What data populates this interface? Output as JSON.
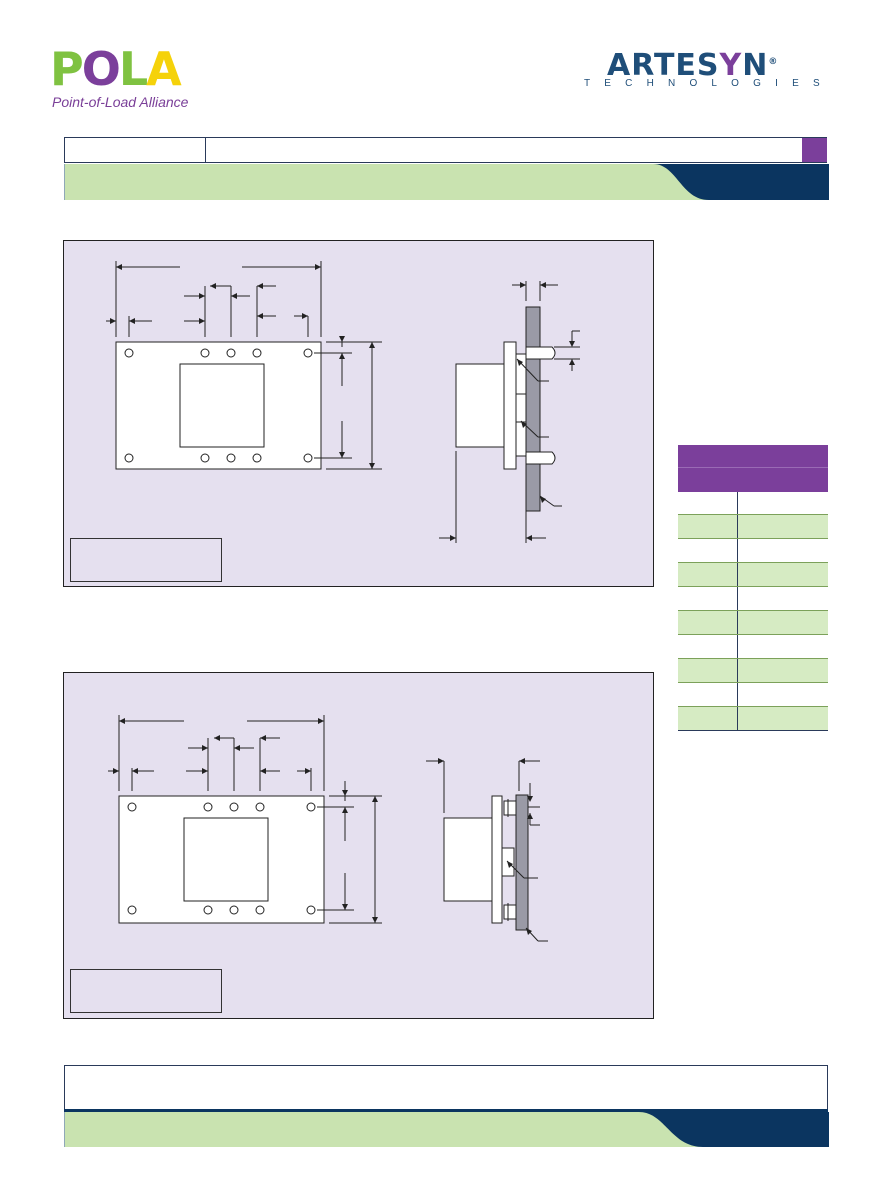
{
  "header": {
    "pola_logo_text": "POLA",
    "pola_tagline": "Point-of-Load Alliance",
    "artesyn_logo_text": "ARTESYN",
    "artesyn_logo_subtext": "TECHNOLOGIES"
  },
  "colors": {
    "pola_purple": "#7b3f9b",
    "band_green": "#c9e3b0",
    "navy": "#0b3560",
    "panel_lavender": "#e5e0ef",
    "table_green": "#d6ebc3"
  },
  "icons": [
    "pola-logo-icon",
    "artesyn-logo-icon"
  ]
}
